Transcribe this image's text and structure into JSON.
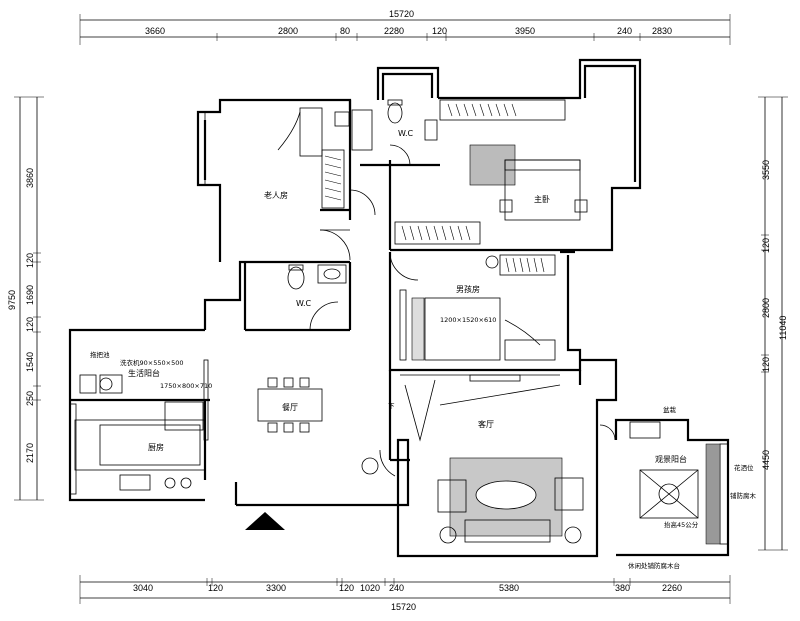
{
  "dimensions": {
    "top_total": "15720",
    "top_segments": [
      "3660",
      "2800",
      "80",
      "2280",
      "120",
      "3950",
      "240",
      "2830"
    ],
    "bottom_total": "15720",
    "bottom_segments": [
      "3040",
      "120",
      "3300",
      "120",
      "1020",
      "240",
      "5380",
      "380",
      "2260"
    ],
    "left_total": "9750",
    "left_segments": [
      "3860",
      "120",
      "1690",
      "120",
      "1540",
      "250",
      "2170"
    ],
    "right_total": "11040",
    "right_segments": [
      "3550",
      "120",
      "2800",
      "120",
      "4450"
    ]
  },
  "rooms": {
    "elder_room": "老人房",
    "master_bedroom": "主卧",
    "boys_room": "男孩房",
    "wc_top": "W.C",
    "wc_middle": "W.C",
    "dining": "餐厅",
    "kitchen": "厨房",
    "living": "客厅",
    "service_balcony": "生活阳台",
    "view_balcony": "观景阳台"
  },
  "annotations": {
    "mop_sink": "拖把池",
    "washer": "洗衣机90×550×500",
    "counter": "1750×800×710",
    "bed_size": "1200×1520×610",
    "down_mark": "下",
    "planter": "盆栽",
    "wash_station": "花洒位",
    "anti_corrosion": "铺防腐木",
    "raised": "抬高45公分",
    "stair_note": "休闲处铺防腐木台"
  }
}
